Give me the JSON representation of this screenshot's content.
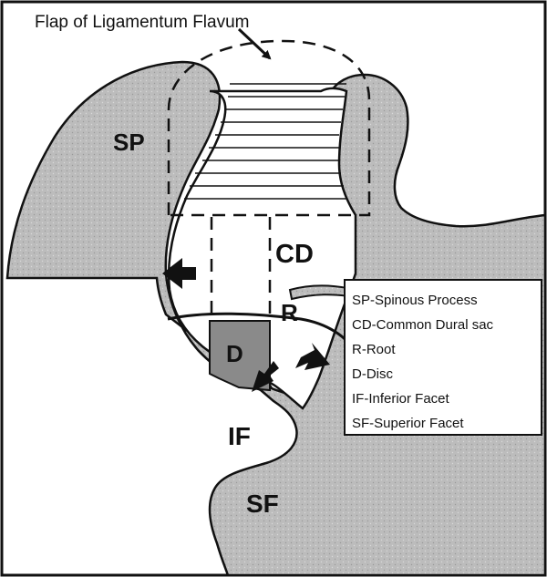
{
  "diagram": {
    "title": "Flap of Ligamentum Flavum",
    "regions": {
      "spinous_process": "SP",
      "common_dural_sac": "CD",
      "root": "R",
      "disc": "D",
      "inferior_facet": "IF",
      "superior_facet": "SF"
    },
    "legend": [
      "SP-Spinous Process",
      "CD-Common Dural sac",
      "R-Root",
      "D-Disc",
      "IF-Inferior Facet",
      "SF-Superior Facet"
    ],
    "colors": {
      "bone": "#bcbcbc",
      "disc": "#8a8a8a",
      "line": "#111111",
      "background": "#ffffff"
    }
  }
}
